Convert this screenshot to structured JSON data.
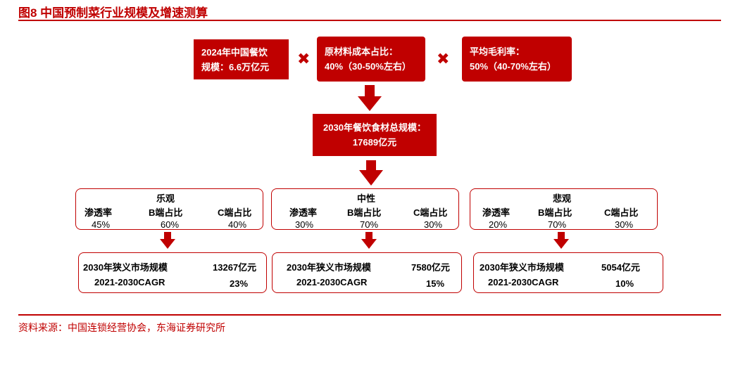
{
  "figure": {
    "title": "图8  中国预制菜行业规模及增速测算",
    "source": "资料来源：中国连锁经营协会，东海证券研究所"
  },
  "inputs": [
    {
      "line1": "2024年中国餐饮",
      "line2": "规模：6.6万亿元"
    },
    {
      "line1": "原材料成本占比：",
      "line2": "40%（30-50%左右）"
    },
    {
      "line1": "平均毛利率：",
      "line2": "50%（40-70%左右）"
    }
  ],
  "operator": "✖",
  "total": {
    "line1": "2030年餐饮食材总规模：",
    "line2": "17689亿元"
  },
  "header_labels": {
    "pen": "渗透率",
    "b": "B端占比",
    "c": "C端占比"
  },
  "result_labels": {
    "market": "2030年狭义市场规模",
    "cagr": "2021-2030CAGR"
  },
  "scenarios": [
    {
      "name": "乐观",
      "pen": "45%",
      "b": "60%",
      "c": "40%",
      "market": "13267亿元",
      "cagr": "23%"
    },
    {
      "name": "中性",
      "pen": "30%",
      "b": "70%",
      "c": "30%",
      "market": "7580亿元",
      "cagr": "15%"
    },
    {
      "name": "悲观",
      "pen": "20%",
      "b": "70%",
      "c": "30%",
      "market": "5054亿元",
      "cagr": "10%"
    }
  ],
  "colors": {
    "accent": "#c00000"
  }
}
